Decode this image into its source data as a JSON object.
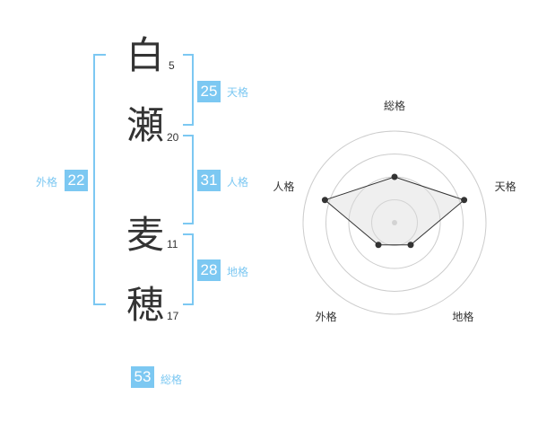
{
  "name": {
    "chars": [
      {
        "char": "白",
        "strokes": "5"
      },
      {
        "char": "瀬",
        "strokes": "20"
      },
      {
        "char": "麦",
        "strokes": "11"
      },
      {
        "char": "穂",
        "strokes": "17"
      }
    ]
  },
  "kaku": {
    "tenkaku": {
      "value": "25",
      "label": "天格"
    },
    "jinkaku": {
      "value": "31",
      "label": "人格"
    },
    "chikaku": {
      "value": "28",
      "label": "地格"
    },
    "gaikaku": {
      "value": "22",
      "label": "外格"
    },
    "soukaku": {
      "value": "53",
      "label": "総格"
    }
  },
  "colors": {
    "accent": "#7cc8f2",
    "text": "#333333",
    "grid": "#cccccc",
    "fill": "#eeeeee",
    "line": "#333333"
  },
  "chart_data": {
    "type": "radar",
    "axes": [
      "総格",
      "天格",
      "地格",
      "外格",
      "人格"
    ],
    "values": [
      0.5,
      0.8,
      0.3,
      0.3,
      0.8
    ],
    "rings": 4
  }
}
